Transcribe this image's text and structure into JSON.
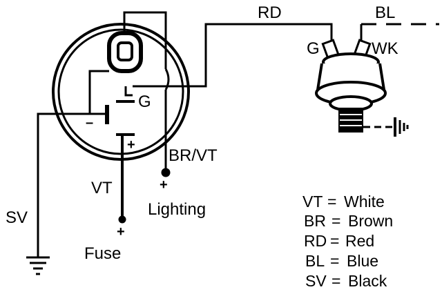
{
  "wire_labels": {
    "rd": "RD",
    "bl": "BL",
    "g_sender": "G",
    "wk": "WK",
    "g_gauge": "G",
    "br_vt": "BR/VT",
    "vt": "VT",
    "sv": "SV",
    "lighting": "Lighting",
    "fuse": "Fuse"
  },
  "symbols": {
    "minus": "–",
    "plus_gauge": "+",
    "plus_lighting": "+",
    "plus_fuse": "+"
  },
  "legend": [
    {
      "code": "VT",
      "eq": "=",
      "color": "White"
    },
    {
      "code": "BR",
      "eq": "=",
      "color": "Brown"
    },
    {
      "code": "RD",
      "eq": "=",
      "color": "Red"
    },
    {
      "code": "BL",
      "eq": "=",
      "color": "Blue"
    },
    {
      "code": "SV",
      "eq": "=",
      "color": "Black"
    }
  ],
  "colors": {
    "ink": "#000000",
    "paper": "#ffffff"
  }
}
